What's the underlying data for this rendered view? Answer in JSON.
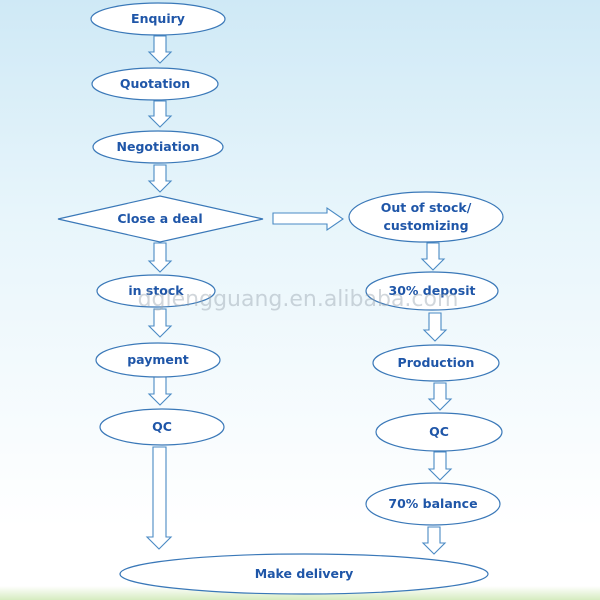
{
  "diagram": {
    "nodes": {
      "enquiry": "Enquiry",
      "quotation": "Quotation",
      "negotiation": "Negotiation",
      "close_deal": "Close a deal",
      "out_of_stock_line1": "Out of stock/",
      "out_of_stock_line2": "customizing",
      "in_stock": "in stock",
      "deposit": "30% deposit",
      "payment": "payment",
      "production": "Production",
      "qc_left": "QC",
      "qc_right": "QC",
      "balance": "70% balance",
      "make_delivery": "Make delivery"
    },
    "watermark": "dglengguang.en.alibaba.com",
    "colors": {
      "text": "#1f56a8",
      "node_border": "#3a78b8",
      "arrow_border": "#4a8ac4",
      "background_top": "#cfe9f6"
    }
  }
}
